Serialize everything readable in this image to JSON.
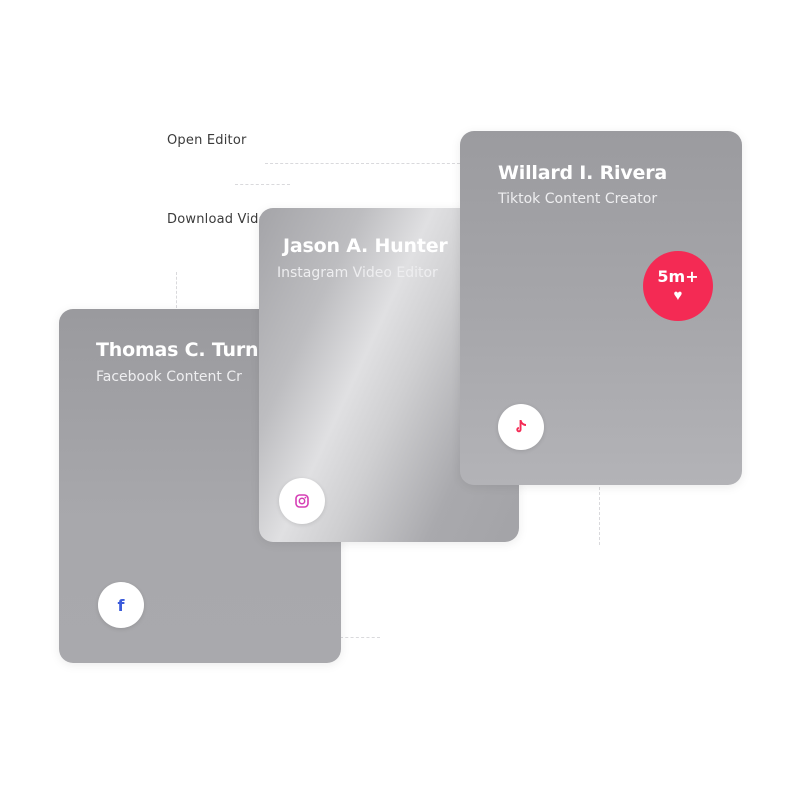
{
  "menu": {
    "open_editor": "Open Editor",
    "download_video": "Download Video"
  },
  "cards": {
    "facebook": {
      "name": "Thomas C. Turne",
      "role": "Facebook Content Cr",
      "icon": "facebook-icon",
      "accent": "#3b5bdb"
    },
    "instagram": {
      "name": "Jason A. Hunter",
      "role": "Instagram Video Editor",
      "icon": "instagram-icon",
      "accent": "#d63fb5"
    },
    "tiktok": {
      "name": "Willard I. Rivera",
      "role": "Tiktok Content Creator",
      "icon": "tiktok-icon",
      "accent": "#f42a54",
      "likes": "5m+",
      "likes_icon": "heart-icon"
    }
  },
  "colors": {
    "badge": "#f42a54",
    "card_gray": "#a8a8ac"
  }
}
